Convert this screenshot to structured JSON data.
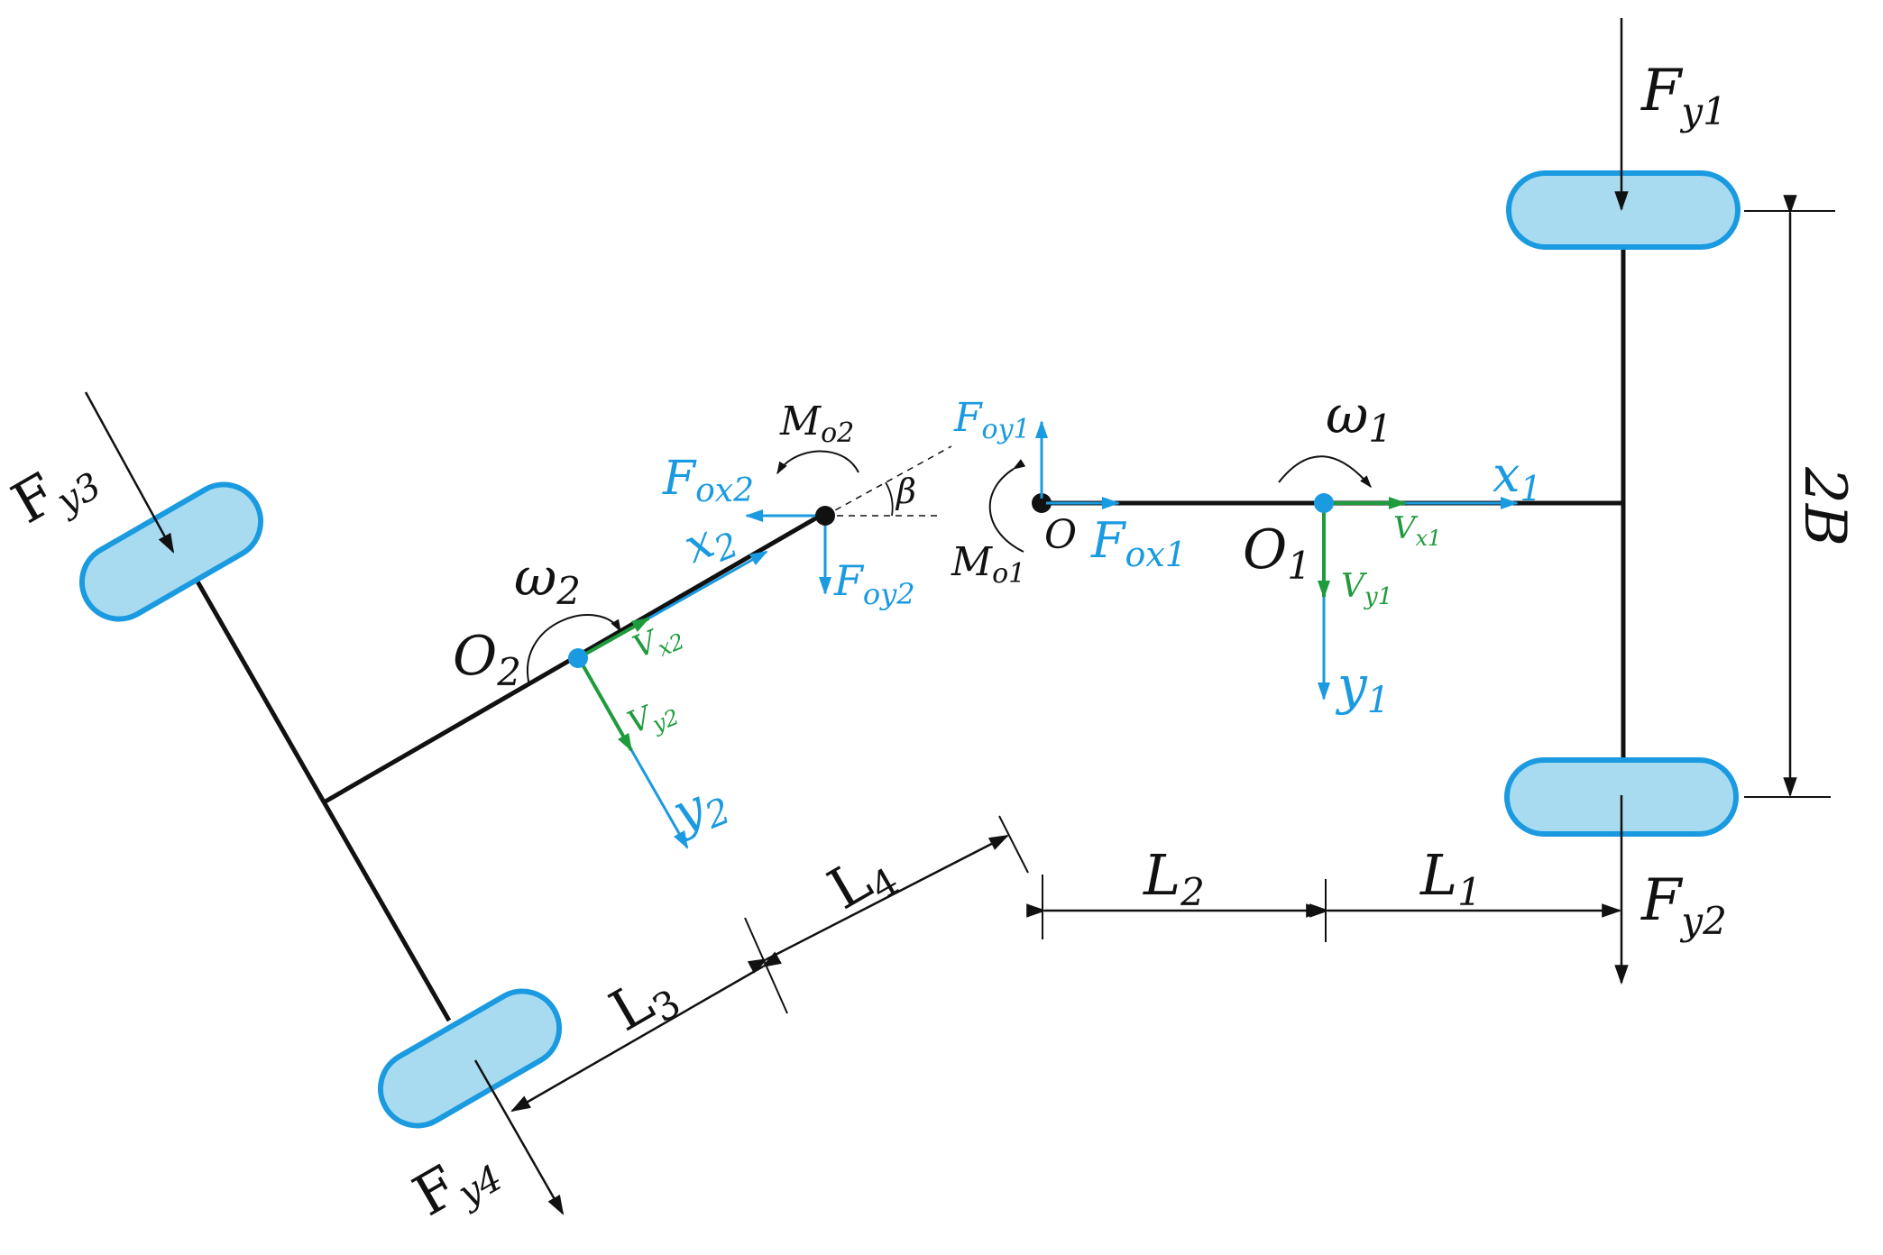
{
  "labels": {
    "Fy1": {
      "main": "F",
      "sub": "y1"
    },
    "Fy2": {
      "main": "F",
      "sub": "y2"
    },
    "Fy3": {
      "main": "F",
      "sub": "y3"
    },
    "Fy4": {
      "main": "F",
      "sub": "y4"
    },
    "twoB": "2B",
    "L1": {
      "main": "L",
      "sub": "1"
    },
    "L2": {
      "main": "L",
      "sub": "2"
    },
    "L3": {
      "main": "L",
      "sub": "3"
    },
    "L4": {
      "main": "L",
      "sub": "4"
    },
    "O": "O",
    "O1": {
      "main": "O",
      "sub": "1"
    },
    "O2": {
      "main": "O",
      "sub": "2"
    },
    "omega1": {
      "main": "ω",
      "sub": "1"
    },
    "omega2": {
      "main": "ω",
      "sub": "2"
    },
    "x1": {
      "main": "x",
      "sub": "1"
    },
    "y1": {
      "main": "y",
      "sub": "1"
    },
    "x2": {
      "main": "x",
      "sub": "2"
    },
    "y2": {
      "main": "y",
      "sub": "2"
    },
    "Vx1": {
      "main": "V",
      "sub": "x1"
    },
    "Vy1": {
      "main": "V",
      "sub": "y1"
    },
    "Vx2": {
      "main": "V",
      "sub": "x2"
    },
    "Vy2": {
      "main": "V",
      "sub": "y2"
    },
    "Fox1": {
      "main": "F",
      "sub": "ox1"
    },
    "Foy1": {
      "main": "F",
      "sub": "oy1"
    },
    "Fox2": {
      "main": "F",
      "sub": "ox2"
    },
    "Foy2": {
      "main": "F",
      "sub": "oy2"
    },
    "Mo1": {
      "main": "M",
      "sub": "o1"
    },
    "Mo2": {
      "main": "M",
      "sub": "o2"
    },
    "beta": "β"
  },
  "colors": {
    "ink": "#111111",
    "wheel_fill": "#a8dbef",
    "wheel_stroke": "#1a9ae0",
    "blue": "#1a9ae0",
    "green": "#1e9b3c"
  }
}
